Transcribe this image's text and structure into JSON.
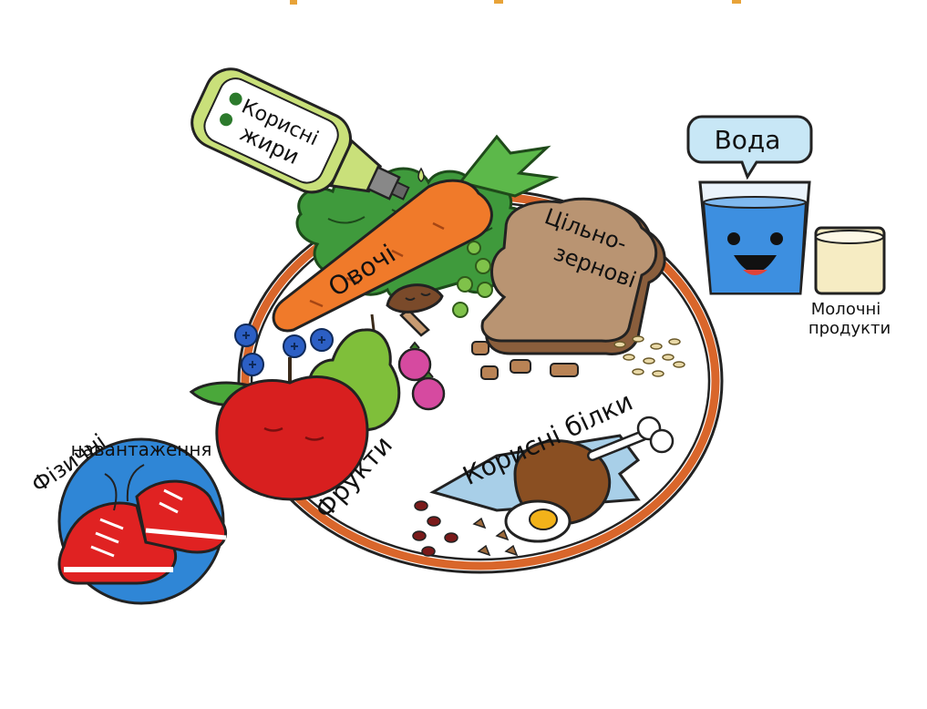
{
  "labels": {
    "oils": "Корисні жири",
    "oils_line1": "Корисні",
    "oils_line2": "жири",
    "vegetables": "Овочі",
    "whole_grain_line1": "Цільно-",
    "whole_grain_line2": "зернові",
    "fruits": "Фрукти",
    "protein": "Корисні білки",
    "water": "Вода",
    "dairy_line1": "Молочні",
    "dairy_line2": "продукти",
    "activity_line1": "Фізичні",
    "activity_line2": "навантаження"
  },
  "icons": [
    "oil-bottle-icon",
    "carrot-icon",
    "greens-icon",
    "bread-icon",
    "mushroom-icon",
    "peas-icon",
    "blueberries-icon",
    "pear-icon",
    "apple-icon",
    "raspberry-icon",
    "nuts-icon",
    "grains-icon",
    "fish-icon",
    "chicken-leg-icon",
    "egg-icon",
    "beans-icon",
    "water-glass-icon",
    "milk-glass-icon",
    "sneakers-icon"
  ],
  "colors": {
    "plate_rim": "#d9662b",
    "carrot": "#f07a2a",
    "greens": "#3f9a3c",
    "apple": "#d81f1f",
    "pear": "#7fbf3a",
    "berry": "#2c5fc4",
    "raspberry": "#d64aa0",
    "water": "#3d8fe0",
    "fish": "#a8cfe8",
    "bread": "#b99472",
    "activity_circle": "#2f86d6",
    "sneakers": "#e02222",
    "oil_bottle": "#c9e07a"
  }
}
